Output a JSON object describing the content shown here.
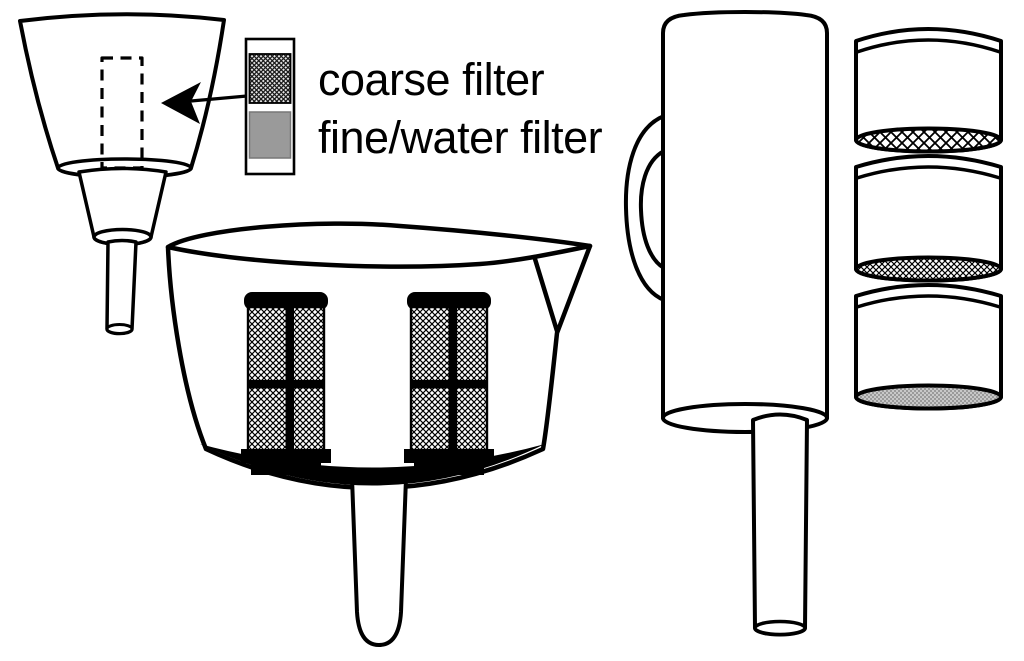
{
  "diagram": {
    "legend": {
      "coarse_label": "coarse filter",
      "fine_label": "fine/water filter"
    },
    "colors": {
      "ink": "#000000",
      "background": "#ffffff",
      "fine_filter_gray": "#9a9a9a"
    },
    "parts": [
      {
        "icon": "small-funnel-icon",
        "description": "small funnel with dashed filter slot outline and tapered spout"
      },
      {
        "icon": "filter-cartridge-swatch-icon",
        "description": "cartridge swatch: coarse mesh band over gray fine/water band"
      },
      {
        "icon": "pointer-arrow-icon",
        "description": "arrow pointing from swatch into funnel slot"
      },
      {
        "icon": "measuring-cup-funnel-icon",
        "description": "cup funnel with pour spout, two mesh filter cartridges and drain stem"
      },
      {
        "icon": "tall-funnel-icon",
        "description": "tall cylindrical funnel with side handle and offset drain tube"
      },
      {
        "icon": "filter-cup-coarse-icon",
        "description": "filter cup with coarse mesh bottom"
      },
      {
        "icon": "filter-cup-medium-icon",
        "description": "filter cup with medium mesh bottom"
      },
      {
        "icon": "filter-cup-fine-icon",
        "description": "filter cup with fine gray mesh bottom"
      }
    ]
  }
}
